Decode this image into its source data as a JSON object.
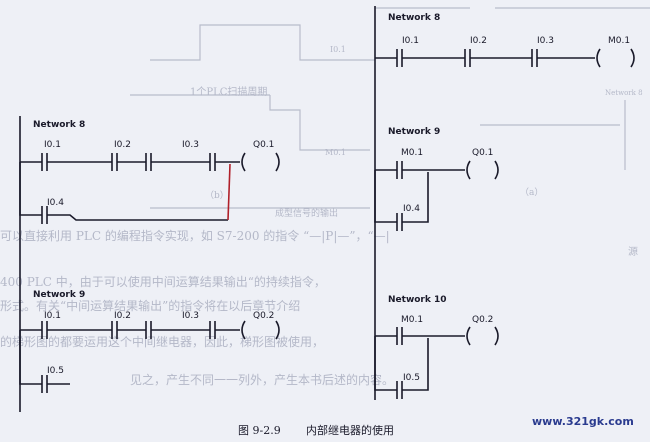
{
  "caption": {
    "figure_no": "图 9-2.9",
    "title": "内部继电器的使用"
  },
  "watermark": "www.321gk.com",
  "bleed_through_text": [
    "可以直接利用 PLC 的编程指令实现，如 S7-200 的指令 “—|P|—”，“—|",
    "400 PLC 中，由于可以使用中间运算结果输出“的持续指令，",
    "形式。有关“中间运算结果输出”的指令将在以后章节介绍",
    "的梯形图的都要运用这个中间继电器，因此，梯形图被使用，",
    "见之，产生不同一一列外，产生本书后述的内容。",
    "1个PLC扫描周期",
    "（b）",
    "（a）",
    "I0.1",
    "M0.1",
    "Network 8",
    "成型信号的输出",
    "源"
  ],
  "diagrams": {
    "left": {
      "networks": [
        {
          "title": "Network 8",
          "contacts": [
            "I0.1",
            "I0.2",
            "I0.3"
          ],
          "coil": "Q0.1",
          "branch_contact": "I0.4",
          "branch_extends_to_coil": true
        },
        {
          "title": "Network 9",
          "contacts": [
            "I0.1",
            "I0.2",
            "I0.3"
          ],
          "coil": "Q0.2",
          "branch_contact": "I0.5",
          "branch_extends_to_coil": false
        }
      ]
    },
    "right": {
      "networks": [
        {
          "title": "Network 8",
          "contacts": [
            "I0.1",
            "I0.2",
            "I0.3"
          ],
          "coil": "M0.1"
        },
        {
          "title": "Network 9",
          "contacts": [
            "M0.1"
          ],
          "coil": "Q0.1",
          "branch_contact": "I0.4"
        },
        {
          "title": "Network 10",
          "contacts": [
            "M0.1"
          ],
          "coil": "Q0.2",
          "branch_contact": "I0.5"
        }
      ]
    }
  },
  "colors": {
    "ink": "#1a1a2a",
    "highlight_wire": "#b0202a",
    "watermark": "#2a3b8f",
    "paper": "#eef0f6"
  }
}
